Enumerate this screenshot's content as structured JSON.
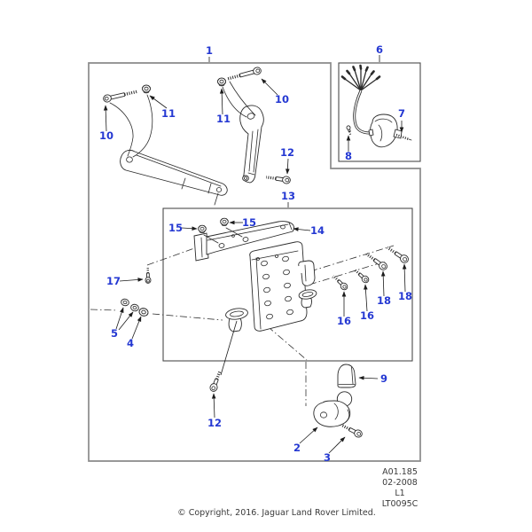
{
  "figure": {
    "callouts": {
      "c1": "1",
      "c2": "2",
      "c3": "3",
      "c4": "4",
      "c5": "5",
      "c6": "6",
      "c7": "7",
      "c8": "8",
      "c9": "9",
      "c10a": "10",
      "c10b": "10",
      "c11a": "11",
      "c11b": "11",
      "c12a": "12",
      "c12b": "12",
      "c13": "13",
      "c14": "14",
      "c15a": "15",
      "c15b": "15",
      "c16a": "16",
      "c16b": "16",
      "c17": "17",
      "c18a": "18",
      "c18b": "18"
    },
    "footer": {
      "code": "A01.185",
      "date": "02-2008",
      "revision": "L1",
      "doc_id": "LT0095C"
    },
    "copyright": "© Copyright, 2016. Jaguar Land Rover Limited."
  },
  "colors": {
    "callout": "#2438d2",
    "line": "#2b2b2b",
    "border": "#8a8a8a"
  }
}
